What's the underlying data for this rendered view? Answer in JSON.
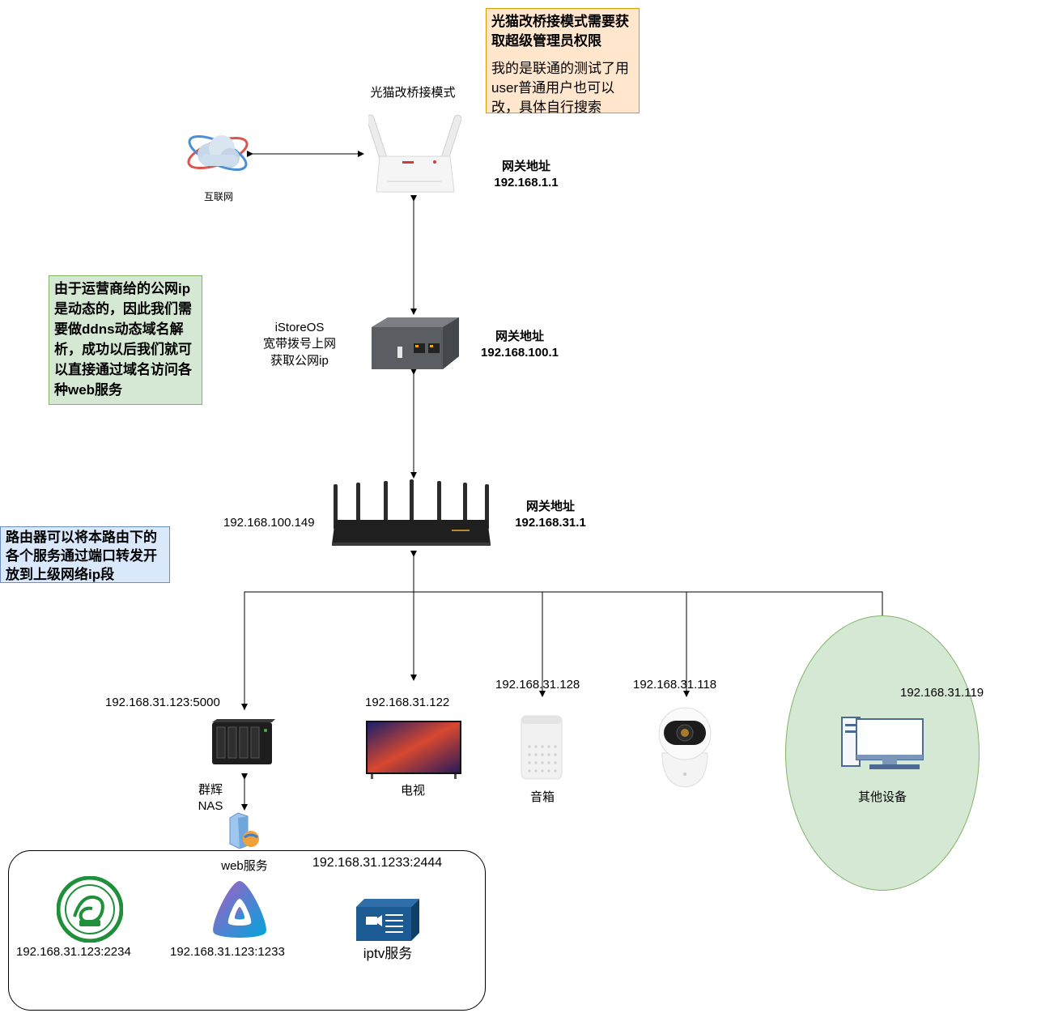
{
  "internet": {
    "label": "互联网"
  },
  "onu": {
    "label": "光猫改桥接模式",
    "gw_title": "网关地址",
    "gw_ip": "192.168.1.1"
  },
  "note_onu": {
    "title": "光猫改桥接模式需要获取超级管理员权限",
    "body": "我的是联通的测试了用user普通用户也可以改，具体自行搜索"
  },
  "istore": {
    "line1": "iStoreOS",
    "line2": "宽带拨号上网",
    "line3": "获取公网ip",
    "gw_title": "网关地址",
    "gw_ip": "192.168.100.1"
  },
  "note_ddns": {
    "text": "由于运营商给的公网ip是动态的，因此我们需要做ddns动态域名解析，成功以后我们就可以直接通过域名访问各种web服务"
  },
  "router": {
    "wan_ip": "192.168.100.149",
    "gw_title": "网关地址",
    "gw_ip": "192.168.31.1"
  },
  "note_forward": {
    "text": "路由器可以将本路由下的各个服务通过端口转发开放到上级网络ip段"
  },
  "nas": {
    "ip": "192.168.31.123:5000",
    "label_line1": "群辉",
    "label_line2": "NAS"
  },
  "tv": {
    "ip": "192.168.31.122",
    "label": "电视"
  },
  "speaker": {
    "ip": "192.168.31.128",
    "label": "音箱"
  },
  "camera": {
    "ip": "192.168.31.118"
  },
  "other": {
    "ip": "192.168.31.119",
    "label": "其他设备"
  },
  "web": {
    "label": "web服务"
  },
  "services": {
    "group_ip": "192.168.31.1233:2444",
    "items": [
      {
        "ip": "192.168.31.123:2234"
      },
      {
        "ip": "192.168.31.123:1233"
      },
      {
        "label": "iptv服务"
      }
    ]
  },
  "colors": {
    "note_orange_bg": "#ffe6cc",
    "note_orange_border": "#d79b00",
    "note_green_bg": "#d5e8d4",
    "note_green_border": "#82b366",
    "note_blue_bg": "#dae8fc",
    "note_blue_border": "#6c8ebf"
  }
}
